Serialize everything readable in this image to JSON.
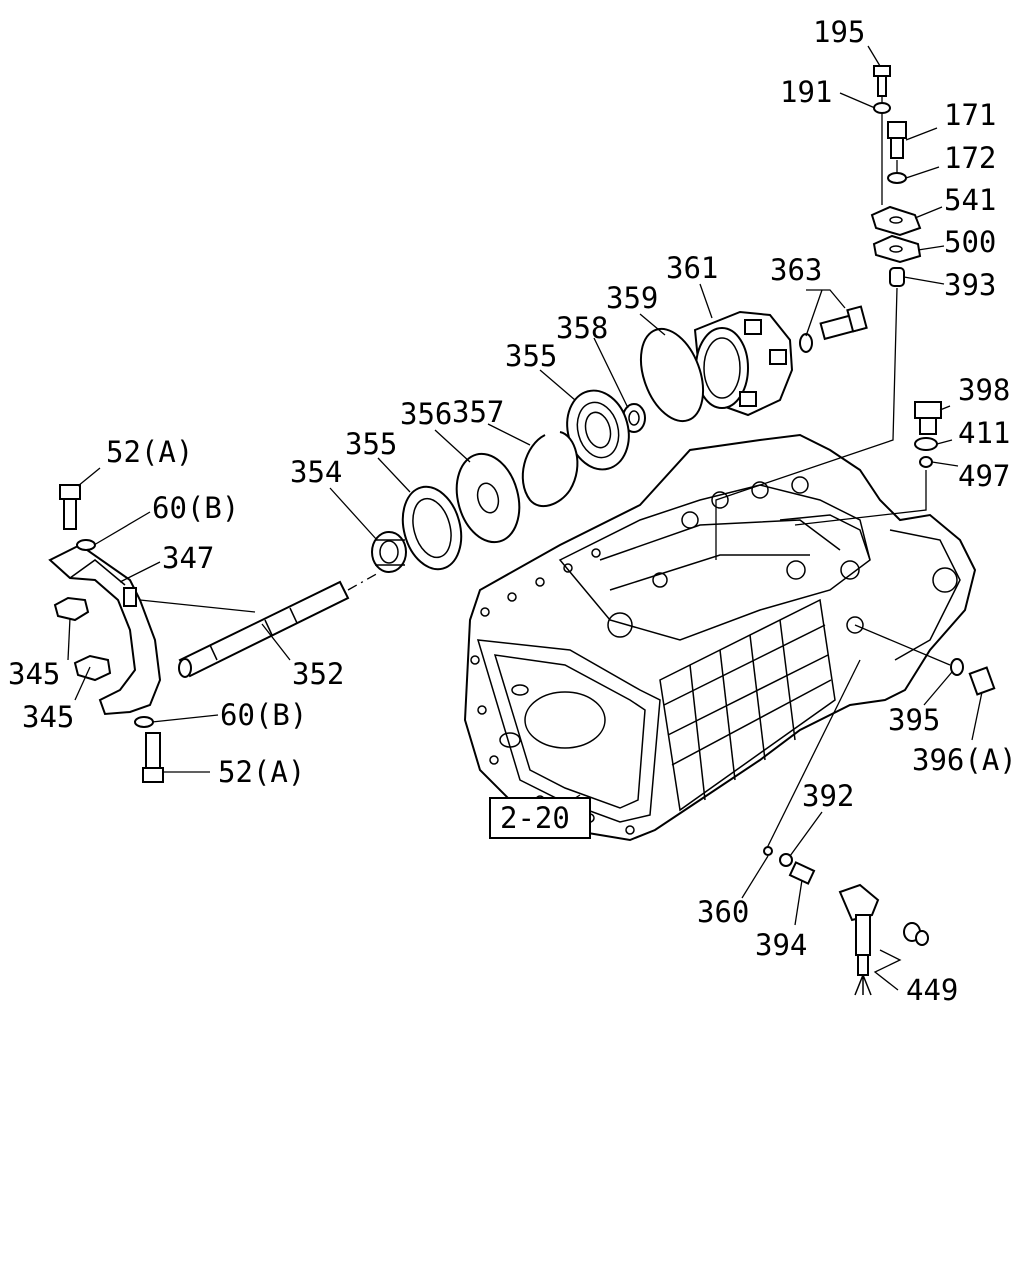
{
  "labels": [
    "195",
    "191",
    "171",
    "172",
    "541",
    "500",
    "393",
    "363",
    "361",
    "359",
    "358",
    "355",
    "357",
    "356",
    "355",
    "354",
    "398",
    "411",
    "497",
    "52(A)",
    "60(B)",
    "347",
    "345",
    "352",
    "345",
    "60(B)",
    "52(A)",
    "395",
    "396(A)",
    "2-20",
    "392",
    "360",
    "394",
    "449"
  ]
}
